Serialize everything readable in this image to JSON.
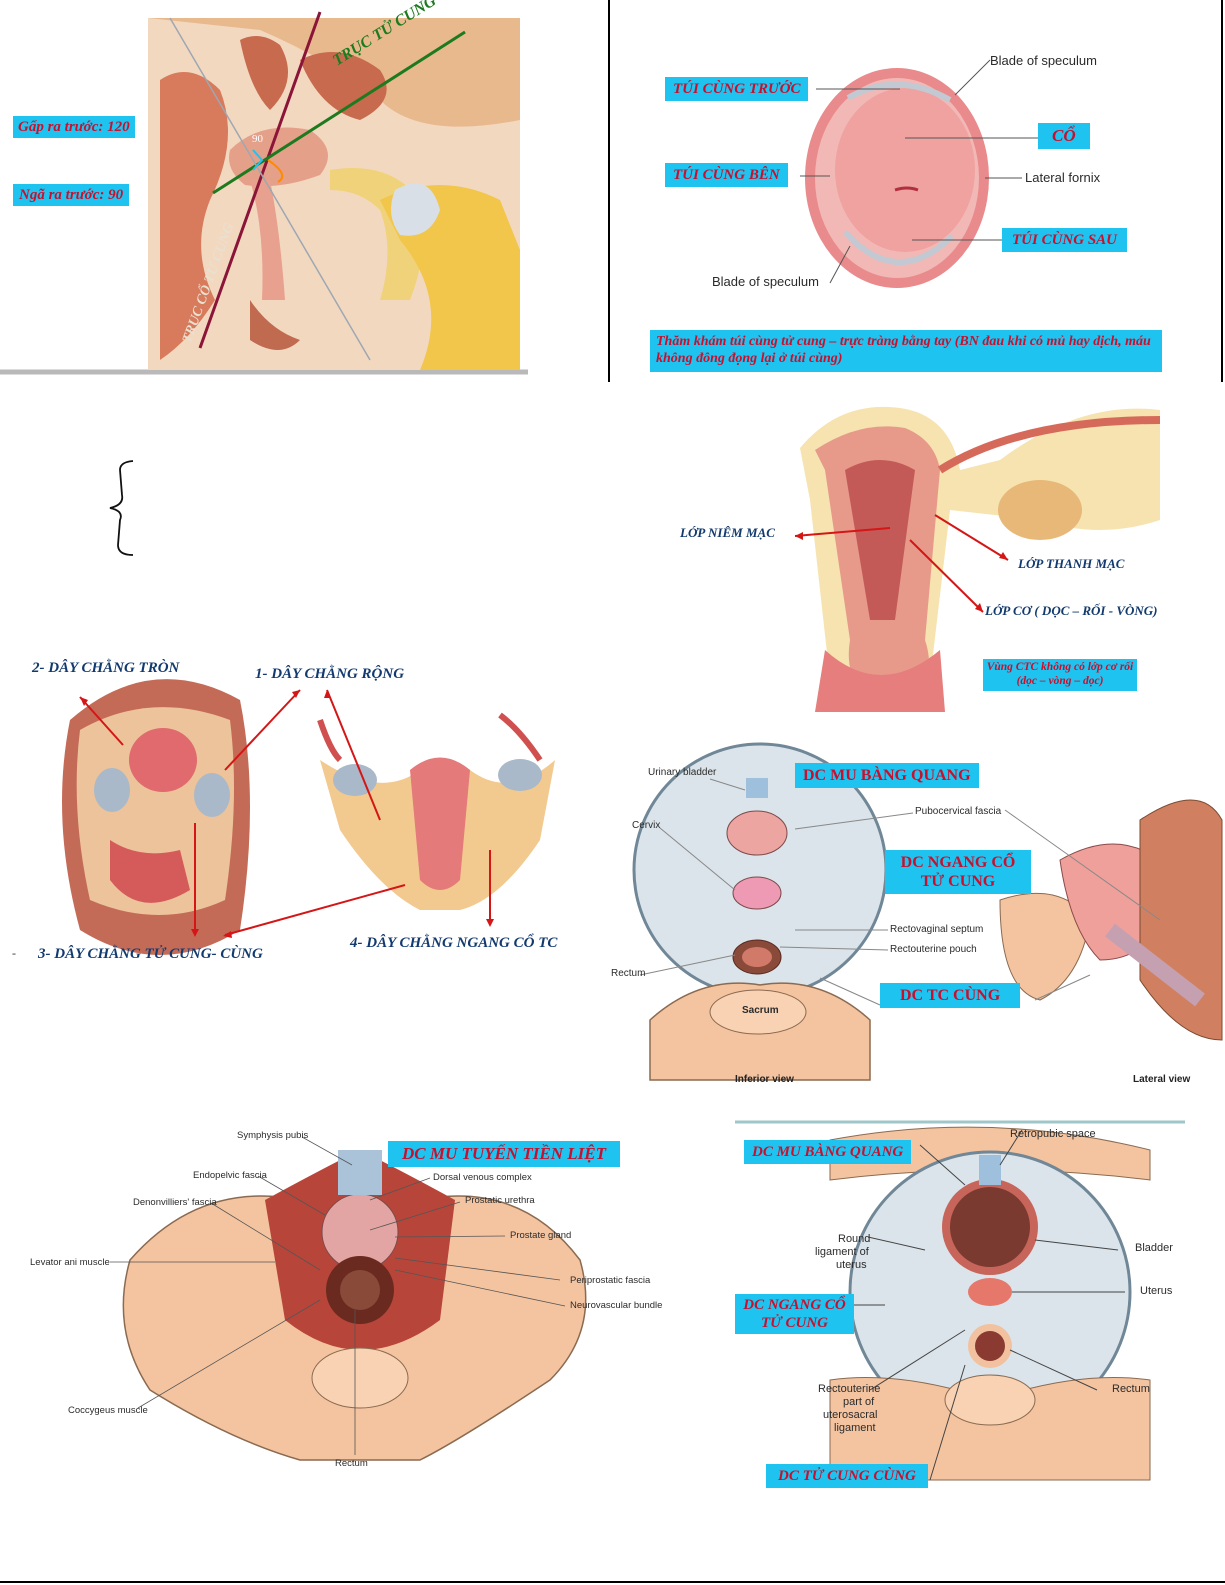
{
  "colors": {
    "label_bg": "#1fc3ef",
    "label_text": "#c8102e",
    "dark_label": "#123a6e",
    "flesh": "#f4c4a0",
    "uterus": "#e9748a",
    "fascia": "#8da3b3"
  },
  "panel1": {
    "label_ante_flexion": "Gấp ra trước: 120",
    "label_ante_version": "Ngã ra trước: 90",
    "axis_uterus": "TRỤC TỬ CUNG",
    "axis_cervix": "TRỤC CỔ TỬ CUNG",
    "angle_mark": "90"
  },
  "panel2": {
    "tui_cung_truoc": "TÚI CÙNG TRƯỚC",
    "tui_cung_ben": "TÚI CÙNG  BÊN",
    "co": "CỔ",
    "tui_cung_sau": "TÚI CÙNG SAU",
    "blade_top": "Blade of speculum",
    "lateral_fornix": "Lateral fornix",
    "blade_bottom": "Blade of speculum",
    "note": "Thăm khám túi cùng tử cung – trực tràng bằng tay (BN đau khi có mủ hay dịch, máu không đông đọng lại ở túi cùng)"
  },
  "panel3": {
    "lop_niem_mac": "LỚP NIÊM MẠC",
    "lop_thanh_mac": "LỚP THANH MẠC",
    "lop_co": "LỚP CƠ ( DỌC – RỐI - VÒNG)",
    "note": "Vùng CTC không có lớp cơ rối (dọc – vòng – dọc)"
  },
  "panel4": {
    "day_chang_tron": "2- DÂY CHẰNG TRÒN",
    "day_chang_rong": "1- DÂY CHẰNG RỘNG",
    "day_chang_tc_cung": "3- DÂY CHẰNG TỬ CUNG- CÙNG",
    "day_chang_ngang": "4- DÂY CHẰNG NGANG CỔ TC",
    "dash": "-"
  },
  "panel5": {
    "dc_mu_bang_quang": "DC MU BÀNG QUANG",
    "dc_ngang_co_line1": "DC NGANG CỔ",
    "dc_ngang_co_line2": "TỬ CUNG",
    "dc_tc_cung": "DC TC CÙNG",
    "urinary_bladder": "Urinary bladder",
    "cervix": "Cervix",
    "rectum": "Rectum",
    "sacrum": "Sacrum",
    "pubocervical_fascia": "Pubocervical fascia",
    "rectovaginal_septum": "Rectovaginal septum",
    "rectouterine_pouch": "Rectouterine pouch",
    "inferior_view": "Inferior view",
    "lateral_view": "Lateral view"
  },
  "panel6": {
    "dc_mu_tuyen_tien_liet": "DC MU TUYẾN TIỀN LIỆT",
    "symphysis_pubis": "Symphysis pubis",
    "endopelvic_fascia": "Endopelvic fascia",
    "denonvilliers_fascia": "Denonvilliers' fascia",
    "levator_ani": "Levator ani muscle",
    "coccygeus": "Coccygeus muscle",
    "rectum": "Rectum",
    "dorsal_venous": "Dorsal venous complex",
    "prostatic_urethra": "Prostatic urethra",
    "prostate_gland": "Prostate gland",
    "periprostatic_fascia": "Periprostatic fascia",
    "neurovascular_bundle": "Neurovascular bundle"
  },
  "panel7": {
    "dc_mu_bang_quang": "DC MU BÀNG QUANG",
    "dc_ngang_co_line1": "DC NGANG CỔ",
    "dc_ngang_co_line2": "TỬ CUNG",
    "dc_tu_cung_cung": "DC TỬ CUNG CÙNG",
    "retropubic_space": "Retropubic space",
    "round_ligament_l1": "Round",
    "round_ligament_l2": "ligament of",
    "round_ligament_l3": "uterus",
    "bladder": "Bladder",
    "uterus": "Uterus",
    "rectum": "Rectum",
    "rectouterine_l1": "Rectouterine",
    "rectouterine_l2": "part of",
    "rectouterine_l3": "uterosacral",
    "rectouterine_l4": "ligament"
  }
}
